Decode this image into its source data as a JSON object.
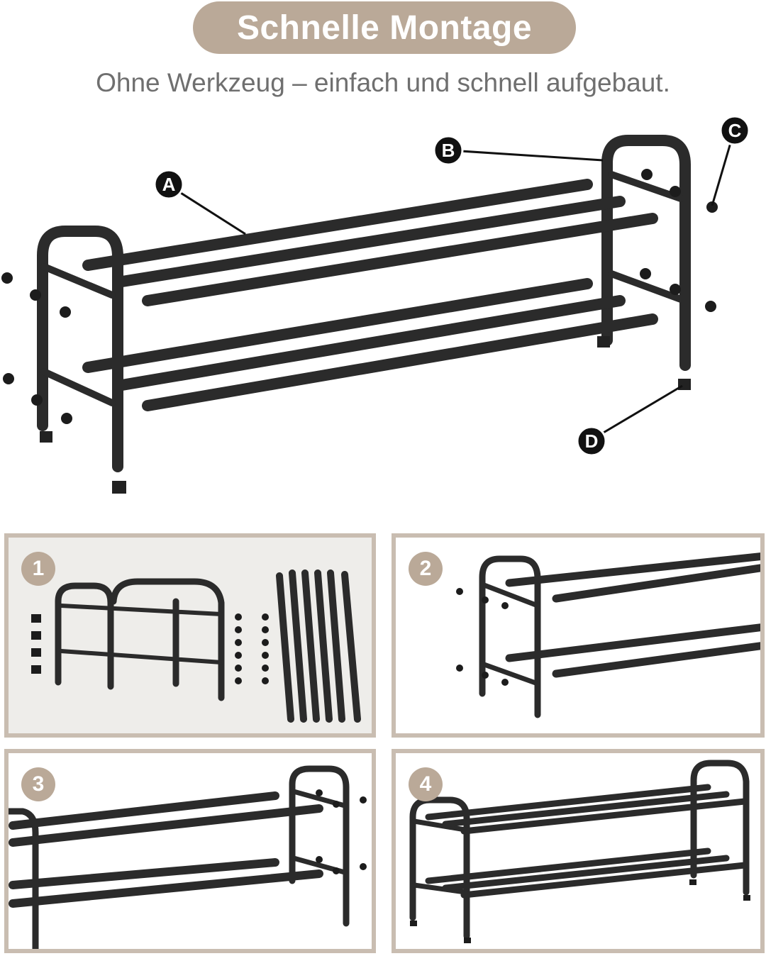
{
  "header": {
    "title": "Schnelle Montage",
    "subtitle": "Ohne Werkzeug – einfach und schnell aufgebaut."
  },
  "diagram": {
    "part_labels": [
      "A",
      "B",
      "C",
      "D"
    ]
  },
  "steps": [
    {
      "number": "1"
    },
    {
      "number": "2"
    },
    {
      "number": "3"
    },
    {
      "number": "4"
    }
  ],
  "colors": {
    "accent": "#baa998",
    "frame_border": "#c9bdb1",
    "metal": "#2b2b2b",
    "panel1_background": "#eeedea"
  }
}
